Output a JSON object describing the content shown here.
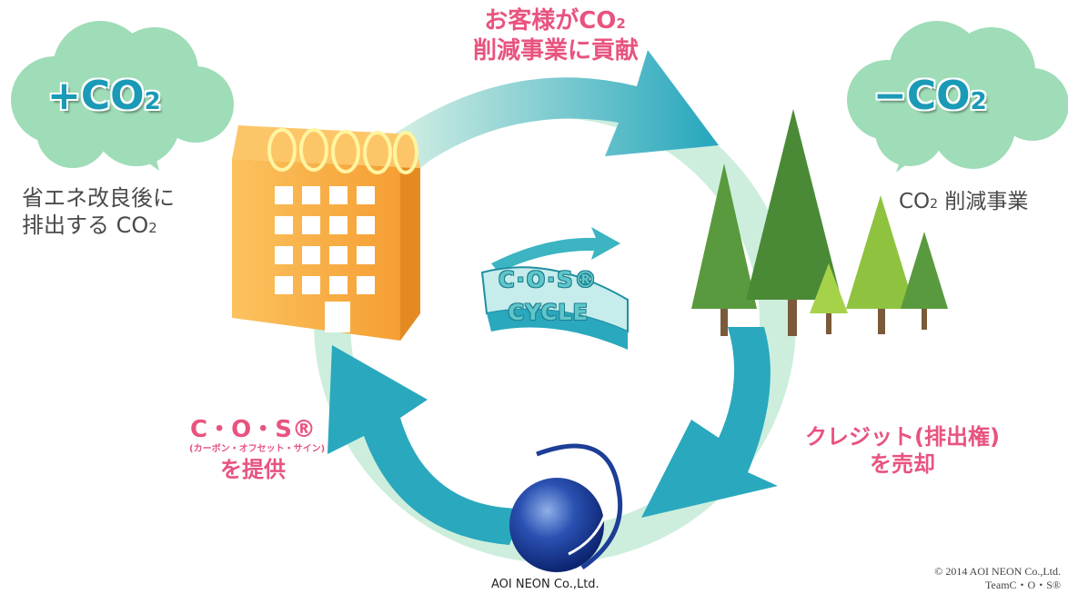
{
  "arrows": {
    "top": {
      "line1": "お客様がCO",
      "sub1": "2",
      "line2": "削減事業に貢献"
    },
    "right": {
      "line1": "クレジット(排出権)",
      "line2": "を売却"
    },
    "left": {
      "line1": "C・O・S®",
      "line2": "(カーボン・オフセット・サイン)",
      "line3": "を提供"
    }
  },
  "clouds": {
    "plus": {
      "text": "+CO",
      "sub": "2"
    },
    "minus": {
      "text": "−CO",
      "sub": "2"
    }
  },
  "descriptions": {
    "left": {
      "line1": "省エネ改良後に",
      "line2": "排出する CO",
      "sub": "2"
    },
    "right": {
      "text": "CO",
      "sub": "2",
      "rest": " 削減事業"
    }
  },
  "center_logo": {
    "line1": "C·O·S®",
    "line2": "CYCLE"
  },
  "company": "AOI NEON Co.,Ltd.",
  "copyright": {
    "line1": "© 2014 AOI NEON Co.,Ltd.",
    "line2": "TeamC・O・S®"
  },
  "colors": {
    "arrow": "#2aa8bd",
    "ring": "#c9ecd9",
    "cloud": "#9fdcb8",
    "building": "#f7a73a",
    "pink_text": "#e8547f",
    "tree_dark": "#4f8a3a",
    "tree_light": "#9ccc45",
    "globe": "#1d3e97"
  },
  "icons": [
    "building-icon",
    "tree-group-icon",
    "globe-logo-icon",
    "cycle-logo-icon",
    "cloud-icon"
  ]
}
